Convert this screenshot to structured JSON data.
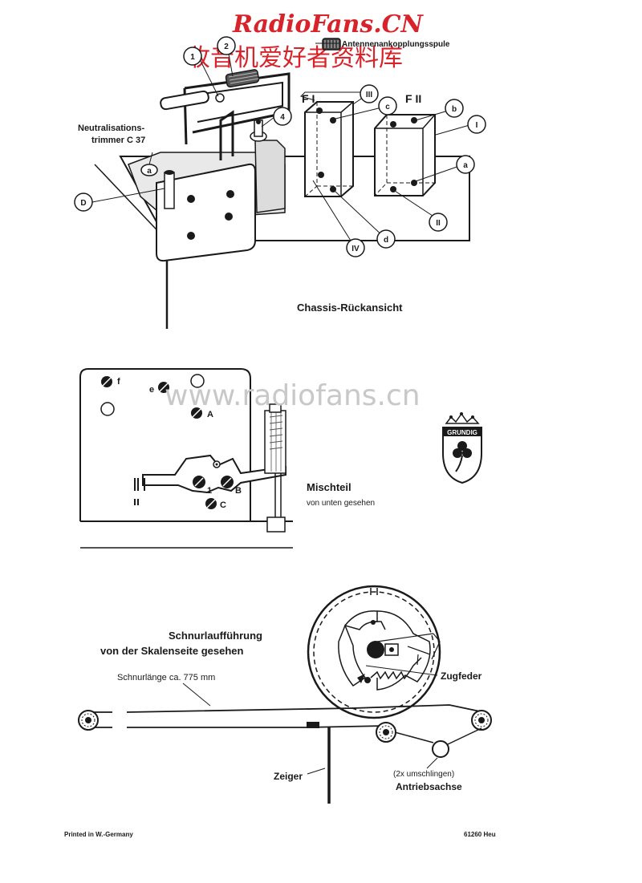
{
  "watermarks": {
    "site_title": "RadioFans.CN",
    "site_chinese": "收音机爱好者资料库",
    "site_url": "www.radiofans.cn"
  },
  "chassis": {
    "caption": "Chassis-Rückansicht",
    "label_antenna_coil": "Antennenankopplungsspule",
    "label_neutral_line1": "Neutralisations-",
    "label_neutral_line2": "trimmer C 37",
    "filter_1": "F I",
    "filter_2": "F II",
    "callouts": [
      "1",
      "2",
      "4",
      "III",
      "c",
      "b",
      "I",
      "a",
      "II",
      "d",
      "IV",
      "D",
      "a"
    ]
  },
  "mixer": {
    "title": "Mischteil",
    "subtitle": "von unten gesehen",
    "labels": [
      "f",
      "e",
      "A",
      "1",
      "B",
      "C"
    ]
  },
  "logo": {
    "text": "GRUNDIG"
  },
  "cord": {
    "title_line1": "Schnurlaufführung",
    "title_line2": "von der Skalenseite gesehen",
    "length_label": "Schnurlänge ca. 775 mm",
    "spring_label": "Zugfeder",
    "pointer_label": "Zeiger",
    "wraps_label": "(2x umschlingen)",
    "drive_label": "Antriebsachse"
  },
  "footer": {
    "printed": "Printed in W.-Germany",
    "code": "61260 Heu"
  }
}
